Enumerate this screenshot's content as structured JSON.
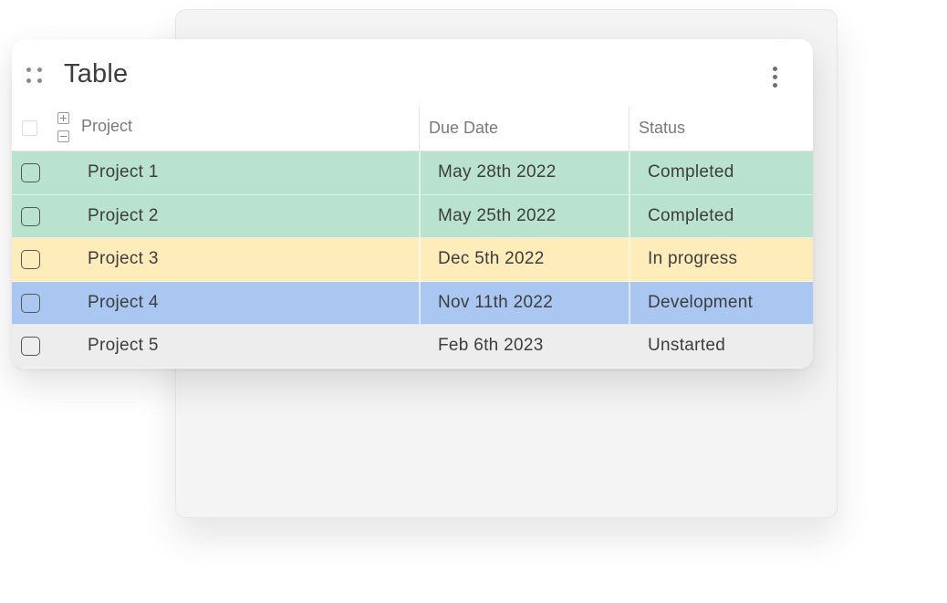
{
  "card": {
    "title": "Table"
  },
  "columns": {
    "project": "Project",
    "due_date": "Due Date",
    "status": "Status"
  },
  "rows": [
    {
      "project": "Project 1",
      "due_date": "May 28th 2022",
      "status": "Completed",
      "color": "#b9e2cf"
    },
    {
      "project": "Project 2",
      "due_date": "May 25th 2022",
      "status": "Completed",
      "color": "#b9e2cf"
    },
    {
      "project": "Project 3",
      "due_date": "Dec 5th 2022",
      "status": "In progress",
      "color": "#feecbb"
    },
    {
      "project": "Project 4",
      "due_date": "Nov 11th 2022",
      "status": "Development",
      "color": "#a9c7f0"
    },
    {
      "project": "Project 5",
      "due_date": "Feb 6th 2023",
      "status": "Unstarted",
      "color": "#ededed"
    }
  ],
  "icons": {
    "drag": "drag-handle-icon",
    "menu": "more-vertical-icon",
    "expand": "expand-plus-icon",
    "collapse": "collapse-minus-icon"
  }
}
